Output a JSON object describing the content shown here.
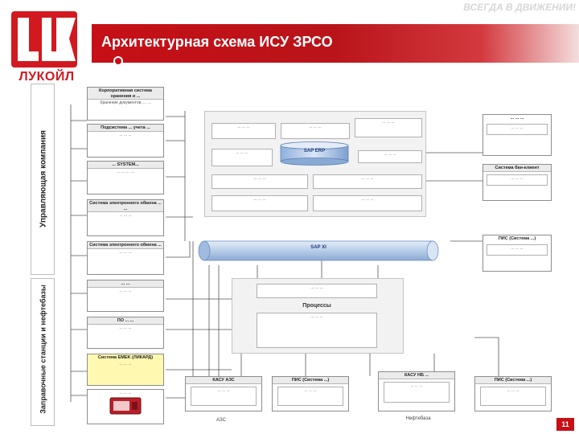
{
  "header": {
    "slogan": "ВСЕГДА В ДВИЖЕНИИ!",
    "title": "Архитектурная схема ИСУ ЗРСО",
    "logo_text": "ЛУКОЙЛ",
    "logo_mark": "LUK"
  },
  "bands": {
    "management": "Управляющая компания",
    "stations": "Заправочные станции и нефтебазы"
  },
  "left_boxes": [
    {
      "title": "Корпоративная система хранения и ...",
      "desc": "Хранение документов, ... ..."
    },
    {
      "title": "Подсистема ... учета ...",
      "desc": "... ... ..."
    },
    {
      "title": "... SYSTEM...",
      "desc": "... ... ... ..."
    },
    {
      "title": "Система электронного обмена ... ...",
      "desc": "... ... ..."
    },
    {
      "title": "Система электронного обмена ...",
      "desc": "... ... ..."
    },
    {
      "title": "... ...",
      "desc": "... ... ..."
    },
    {
      "title": "ПО ... ...",
      "desc": "... ... ..."
    },
    {
      "title": "Система EMEK (ЛИКАРД)",
      "desc": "... ... ..."
    },
    {
      "title": "",
      "desc": "... ... ..."
    }
  ],
  "erp_panel": {
    "sap_erp": "SAP ERP",
    "boxes": [
      "... ... ...",
      "... ... ...",
      "... ... ...",
      "... ... ...",
      "... ... ...",
      "... ... ...",
      "... ... ...",
      "... ... ...",
      "... ... ..."
    ]
  },
  "right_boxes": [
    {
      "title": "... ... ...",
      "desc": "... ... ..."
    },
    {
      "title": "Система бан-клиент",
      "desc": "... ... ..."
    },
    {
      "title": "ПИС (Система ...)",
      "desc": "... ... ..."
    }
  ],
  "bus": {
    "label": "SAP XI"
  },
  "middle_panel": {
    "top_box": "... ... ...",
    "center_label": "Процессы",
    "bottom_box": "... ... ..."
  },
  "bottom_boxes": [
    {
      "title": "КАСУ АЗС",
      "desc": "... ... ..."
    },
    {
      "title": "ПИС (Система ...)",
      "desc": "... ... ..."
    },
    {
      "title": "КАСУ НБ ...",
      "desc": "... ... ..."
    },
    {
      "title": "ПИС (Система ...)",
      "desc": "... ... ..."
    }
  ],
  "footer": {
    "azs": "АЗС",
    "neftebaza": "Нефтебаза",
    "page": "11"
  },
  "colors": {
    "brand_red": "#c60f16",
    "bus_blue": "#b7cde8"
  }
}
